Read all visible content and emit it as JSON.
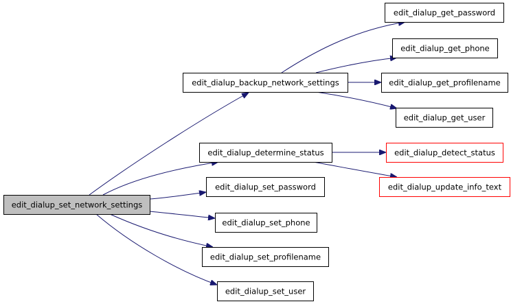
{
  "colors": {
    "edge": "#191970",
    "node_border_default": "#000000",
    "node_border_unresolved": "#ff0000",
    "node_fill_default": "#ffffff",
    "node_fill_root": "#bfbfbf",
    "background": "#ffffff"
  },
  "nodes": [
    {
      "id": "set_network_settings",
      "label": "edit_dialup_set_network_settings",
      "style": "root"
    },
    {
      "id": "backup_network_settings",
      "label": "edit_dialup_backup_network_settings",
      "style": "default"
    },
    {
      "id": "get_password",
      "label": "edit_dialup_get_password",
      "style": "default"
    },
    {
      "id": "get_phone",
      "label": "edit_dialup_get_phone",
      "style": "default"
    },
    {
      "id": "get_profilename",
      "label": "edit_dialup_get_profilename",
      "style": "default"
    },
    {
      "id": "get_user",
      "label": "edit_dialup_get_user",
      "style": "default"
    },
    {
      "id": "determine_status",
      "label": "edit_dialup_determine_status",
      "style": "default"
    },
    {
      "id": "detect_status",
      "label": "edit_dialup_detect_status",
      "style": "unresolved"
    },
    {
      "id": "update_info_text",
      "label": "edit_dialup_update_info_text",
      "style": "unresolved"
    },
    {
      "id": "set_password",
      "label": "edit_dialup_set_password",
      "style": "default"
    },
    {
      "id": "set_phone",
      "label": "edit_dialup_set_phone",
      "style": "default"
    },
    {
      "id": "set_profilename",
      "label": "edit_dialup_set_profilename",
      "style": "default"
    },
    {
      "id": "set_user",
      "label": "edit_dialup_set_user",
      "style": "default"
    }
  ],
  "edges": [
    {
      "from": "set_network_settings",
      "to": "backup_network_settings"
    },
    {
      "from": "set_network_settings",
      "to": "determine_status"
    },
    {
      "from": "set_network_settings",
      "to": "set_password"
    },
    {
      "from": "set_network_settings",
      "to": "set_phone"
    },
    {
      "from": "set_network_settings",
      "to": "set_profilename"
    },
    {
      "from": "set_network_settings",
      "to": "set_user"
    },
    {
      "from": "backup_network_settings",
      "to": "get_password"
    },
    {
      "from": "backup_network_settings",
      "to": "get_phone"
    },
    {
      "from": "backup_network_settings",
      "to": "get_profilename"
    },
    {
      "from": "backup_network_settings",
      "to": "get_user"
    },
    {
      "from": "determine_status",
      "to": "detect_status"
    },
    {
      "from": "determine_status",
      "to": "update_info_text"
    }
  ]
}
